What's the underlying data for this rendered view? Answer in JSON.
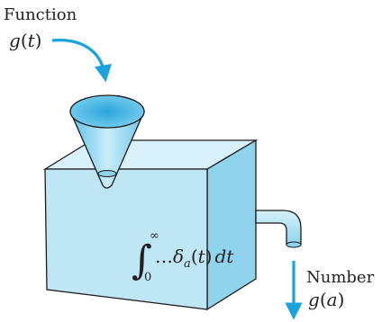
{
  "input": {
    "label": "Function",
    "expr_func": "g",
    "expr_open": "(",
    "expr_var": "t",
    "expr_close": ")"
  },
  "output": {
    "label": "Number",
    "expr_func": "g",
    "expr_open": "(",
    "expr_var": "a",
    "expr_close": ")"
  },
  "integral": {
    "symbol": "∫",
    "lower": "0",
    "upper": "∞",
    "body_dots": "…",
    "delta": "δ",
    "delta_sub": "a",
    "body_rest_open": "(",
    "body_rest_var": "t",
    "body_rest_close": ")",
    "body_d": "dt"
  },
  "colors": {
    "box_front": "#bfe6f5",
    "box_top": "#d8f1fa",
    "box_side": "#8fd3ec",
    "funnel": "#7fcbea",
    "funnel_inner": "#3fb3e3",
    "arrow": "#19a2dc",
    "outline": "#1b1b1b"
  },
  "icons": {
    "input_arrow": "curved-arrow-down-icon",
    "output_arrow": "arrow-down-icon",
    "funnel": "funnel-icon",
    "spout": "pipe-spout-icon"
  }
}
